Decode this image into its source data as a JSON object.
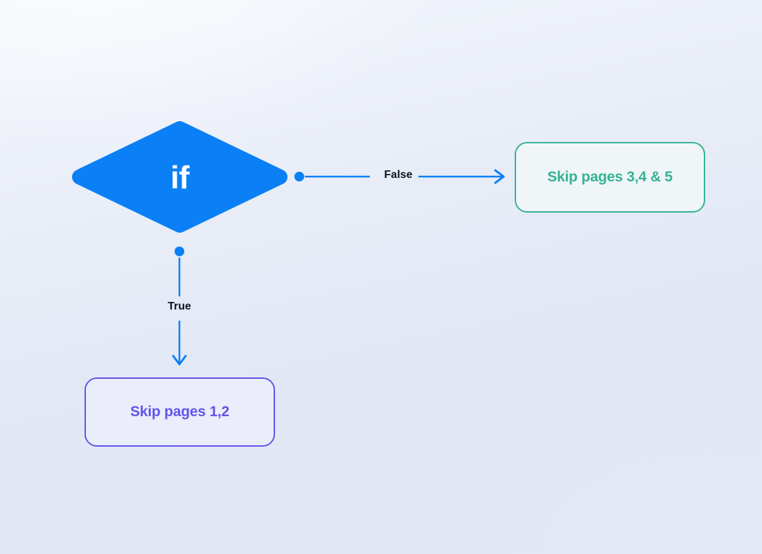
{
  "diagram": {
    "decision": {
      "label": "if"
    },
    "false_branch": {
      "label": "False",
      "target_label": "Skip pages 3,4 & 5"
    },
    "true_branch": {
      "label": "True",
      "target_label": "Skip pages 1,2"
    }
  },
  "colors": {
    "connector_blue": "#0b80f6",
    "teal": "#34b394",
    "purple": "#6254e8",
    "label_text": "#0d1420",
    "teal_node_bg": "#f0f6f8",
    "purple_node_bg": "#ecedfb"
  }
}
